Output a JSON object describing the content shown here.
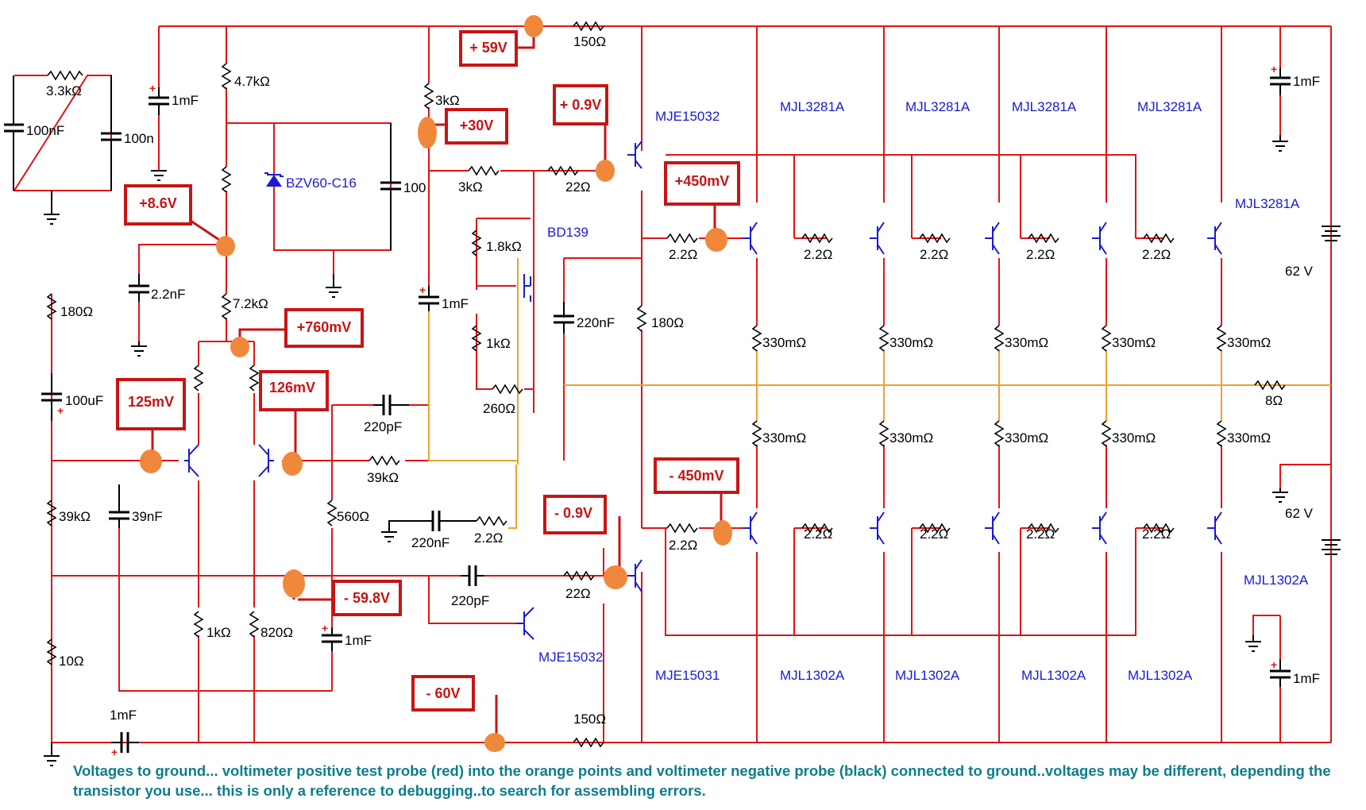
{
  "colors": {
    "wire": "#e01414",
    "output_wire": "#f0a030",
    "probe": "#f0883c",
    "transistor": "#1a1ad4",
    "note_text": "#0e7d8c"
  },
  "resistors": {
    "r_3k3": "3.3kΩ",
    "r_4k7": "4.7kΩ",
    "r_3k_top": "3kΩ",
    "r_150_top": "150Ω",
    "r_3k_mid": "3kΩ",
    "r_22_top": "22Ω",
    "r_1k8": "1.8kΩ",
    "r_1k": "1kΩ",
    "r_260": "260Ω",
    "r_7k2": "7.2kΩ",
    "r_180_left": "180Ω",
    "r_180_mid": "180Ω",
    "r_39k_mid": "39kΩ",
    "r_39k_left": "39kΩ",
    "r_560": "560Ω",
    "r_2r2_zobel": "2.2Ω",
    "r_22_bot": "22Ω",
    "r_1k_bot": "1kΩ",
    "r_820": "820Ω",
    "r_10": "10Ω",
    "r_150_bot": "150Ω",
    "r_2r2_emitter": "2.2Ω",
    "r_330m": "330mΩ",
    "r_8_load": "8Ω"
  },
  "capacitors": {
    "c_100n_left": "100nF",
    "c_100n_right": "100n",
    "c_1mf_top": "1mF",
    "c_100_zener": "100",
    "c_2n2": "2.2nF",
    "c_1mf_mid": "1mF",
    "c_220n_vbe": "220nF",
    "c_100uf": "100uF",
    "c_220p_top": "220pF",
    "c_39n": "39nF",
    "c_220n_zobel": "220nF",
    "c_220p_bot": "220pF",
    "c_1mf_bot": "1mF",
    "c_1mf_input": "1mF",
    "c_1mf_supply_top": "1mF",
    "c_1mf_supply_bot": "1mF"
  },
  "zener": {
    "label": "BZV60-C16"
  },
  "transistors": {
    "driver_top": "MJE15032",
    "vbe": "BD139",
    "driver_bot": "MJE15032",
    "pre_driver_bot": "MJE15031",
    "npn_output": [
      "MJL3281A",
      "MJL3281A",
      "MJL3281A",
      "MJL3281A",
      "MJL3281A"
    ],
    "pnp_output": [
      "MJL1302A",
      "MJL1302A",
      "MJL1302A",
      "MJL1302A",
      "MJL1302A"
    ]
  },
  "supply": {
    "top": "62 V",
    "bottom": "62 V"
  },
  "voltages": {
    "v59": "+ 59V",
    "v30": "+30V",
    "v09p": "+ 0.9V",
    "v450p": "+450mV",
    "v86": "+8.6V",
    "v760": "+760mV",
    "v125": "125mV",
    "v126": "126mV",
    "v09n": "- 0.9V",
    "v450n": "- 450mV",
    "v598": "- 59.8V",
    "v60": "- 60V"
  },
  "note": "Voltages to ground... voltimeter positive test probe (red)  into the orange points and voltimeter negative probe (black) connected to ground..voltages may be different, depending the transistor you use... this is only a reference to debugging..to search for assembling errors."
}
